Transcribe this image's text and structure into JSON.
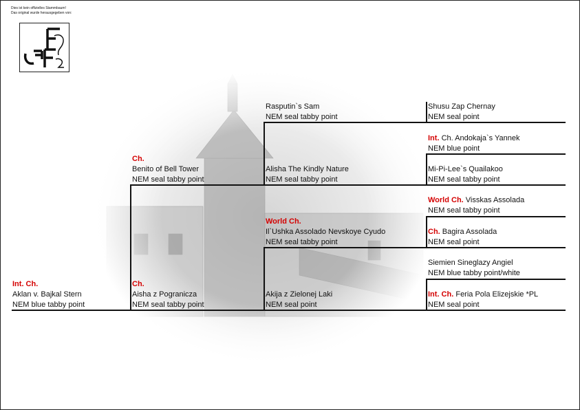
{
  "notice": {
    "line1": "Dies ist kein offizielles Stammbaum!",
    "line2": "Das original wurde herausgegeben von:"
  },
  "logo": {
    "text": "FIFe"
  },
  "pedigree": {
    "subject": {
      "title": "Int. Ch.",
      "name": "Aklan v. Bajkal Stern",
      "breed": "NEM blue tabby point"
    },
    "sire": {
      "title": "Ch.",
      "name": "Benito of Bell Tower",
      "breed": "NEM seal tabby point"
    },
    "dam": {
      "title": "Ch.",
      "name": "Aisha z Pogranicza",
      "breed": "NEM seal tabby point"
    },
    "sire_sire": {
      "name": "Rasputin`s Sam",
      "breed": "NEM seal tabby point"
    },
    "sire_dam": {
      "name": "Alisha The Kindly Nature",
      "breed": "NEM seal tabby point"
    },
    "dam_sire": {
      "title": "World Ch.",
      "name": "Il`Ushka Assolado Nevskoye Cyudo",
      "breed": "NEM seal tabby point"
    },
    "dam_dam": {
      "name": "Akija z Zielonej Laki",
      "breed": "NEM seal point"
    },
    "gen3": [
      {
        "title": "",
        "name": "Shusu Zap Chernay",
        "breed": "NEM seal point"
      },
      {
        "title": "Int.",
        "name": "Ch. Andokaja`s Yannek",
        "breed": "NEM blue point"
      },
      {
        "title": "",
        "name": "Mi-Pi-Lee`s Quailakoo",
        "breed": "NEM seal tabby point"
      },
      {
        "title": "",
        "name": "",
        "breed": ""
      },
      {
        "title": "World Ch.",
        "name": "Visskas Assolada",
        "breed": "NEM seal tabby point"
      },
      {
        "title": "Ch.",
        "name": "Bagira Assolada",
        "breed": "NEM seal point"
      },
      {
        "title": "",
        "name": "Siemien Sineglazy Angiel",
        "breed": "NEM blue tabby point/white"
      },
      {
        "title": "Int. Ch.",
        "name": "Feria Pola Elizejskie *PL",
        "breed": "NEM seal point"
      }
    ]
  }
}
